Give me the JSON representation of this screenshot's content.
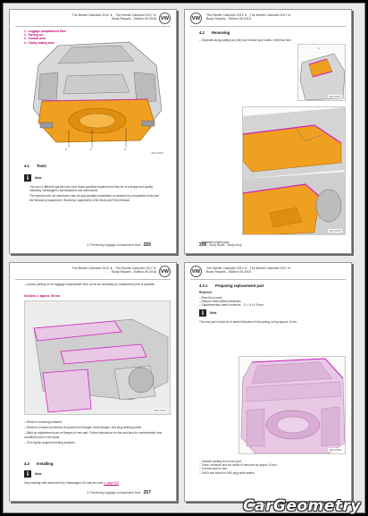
{
  "header": {
    "line1": "The Beetle Cabriolet 2012 ➤ , The Beetle Cabriolet 2017 ➤",
    "line2": "Body Repairs - Edition 09.2018"
  },
  "page1": {
    "legend": [
      "1 - Luggage compartment floor",
      "2 - Parting cut",
      "3 - Contact area",
      "4 - Cavity sealing area"
    ],
    "callouts": [
      "3",
      "2",
      "4"
    ],
    "figure_id": "A60-10376",
    "section_num": "4.1",
    "section_title": "Tools",
    "note_label": "Note",
    "bullets": [
      "The use of different special tools from those specified requires that they be of a design and quality matching Volkswagen's specifications and dimensions.",
      "The special tools not mentioned may be appropriately substituted or replaced by comparable tools (see the Workshop equipment / Workshop equipment) of the Body and Paint Manual."
    ],
    "footer_text": "4. Renewing luggage compartment floor",
    "page_number": "255"
  },
  "page2": {
    "section_num": "4.2",
    "section_title": "Removing",
    "intro": "– Separate along parting cut (ink) and remove spot welds / reference line.",
    "figure1_id": "A60-10377",
    "figure2_id": "A60-10378",
    "figure1_callout": "1",
    "step": "– Separate original part.",
    "footer_text": "Body repair - Body shop",
    "page_number": "256"
  },
  "page3": {
    "intro": "– Loosen parting cut on luggage compartment floor as far as necessary for replacement part is possible.",
    "subsection_title": "Sections ➤ approx. 55 mm",
    "figure_id": "A60-10379",
    "bullets": [
      "– Remove remaining material.",
      "– Remove corrosion protection and paint from flanges, bond flanges, and plug welding points.",
      "– Build up replacement part on flanges of new part. Follow instructions for this and also for contamination and conditions prior to the repair.",
      "– Then lightly roughen bonding surfaces."
    ],
    "section_num": "4.3",
    "section_title": "Installing",
    "note_label": "Note",
    "note_text": "Only welding units authorized by Volkswagen AG may be used",
    "note_link": "➤ page 000",
    "footer_text": "4. Renewing luggage compartment floor",
    "page_number": "257"
  },
  "page4": {
    "section_num": "4.3.1",
    "section_title": "Preparing replacement part",
    "subtitle": "Required",
    "bullets": [
      "– Rear floor panel",
      "– Bumper reset without fasteners",
      "– Supplementary steel connector – D = 8 x 0.5 mm"
    ],
    "note_label": "Note",
    "note_text": "The new part should be of same thickness of the parting cut by approx. 8 mm.",
    "figure_id": "A60-10380",
    "bullets2": [
      "– Transfer parting cut to new part.",
      "– Trace, measure and cut inside of new part by approx. 8 mm.",
      "– Cut new part to size.",
      "– Drill 8 mm holes for MIG plug weld seams."
    ]
  },
  "watermark": "CarGeometry",
  "colors": {
    "highlight_orange": "#f0a020",
    "highlight_magenta": "#d020c0",
    "panel_pink": "#e8c8e4",
    "body_gray": "#c8c8c8"
  }
}
